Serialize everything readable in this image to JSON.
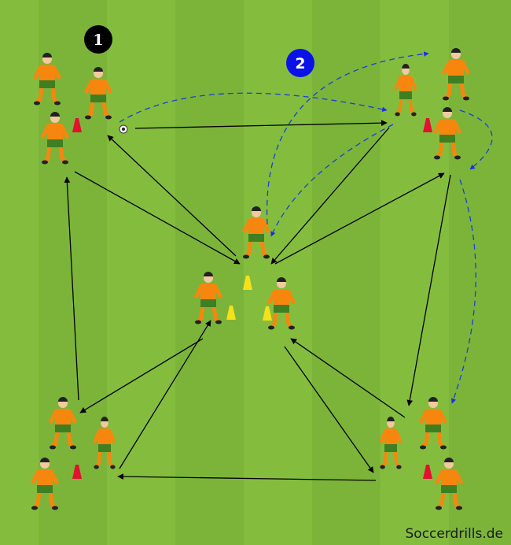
{
  "badges": [
    {
      "label": "1",
      "color": "#000000"
    },
    {
      "label": "2",
      "color": "#0a12e8"
    }
  ],
  "credit": "Soccerdrills.de",
  "colors": {
    "field_light": "#84bd3e",
    "field_dark": "#7cb43a",
    "shirt": "#f7860f",
    "shorts": "#3f7f21",
    "cone_red": "#e3102f",
    "cone_yellow": "#f5e11a",
    "pass_line": "#000000",
    "run_line": "#1a3fd6"
  }
}
